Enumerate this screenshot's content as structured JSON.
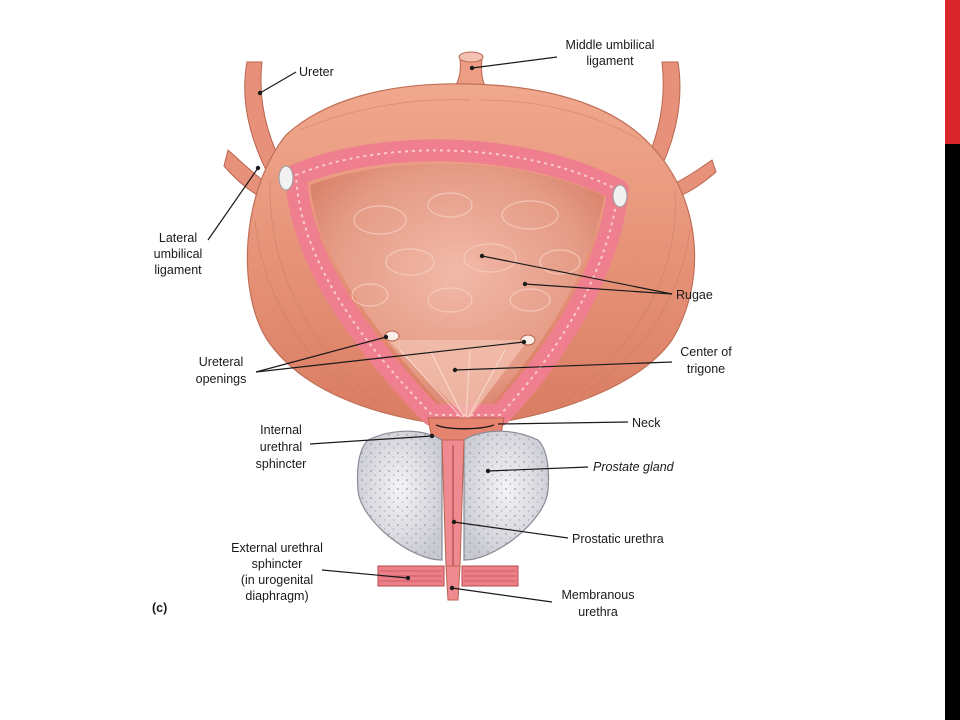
{
  "figure_letter": "(c)",
  "labels": {
    "ureter": "Ureter",
    "middle_umbilical": [
      "Middle umbilical",
      "ligament"
    ],
    "lateral_umbilical": [
      "Lateral",
      "umbilical",
      "ligament"
    ],
    "rugae": "Rugae",
    "ureteral_openings": [
      "Ureteral",
      "openings"
    ],
    "center_trigone": [
      "Center of",
      "trigone"
    ],
    "neck": "Neck",
    "internal_sphincter": [
      "Internal",
      "urethral",
      "sphincter"
    ],
    "prostate_gland": "Prostate gland",
    "prostatic_urethra": "Prostatic urethra",
    "external_sphincter": [
      "External urethral",
      "sphincter",
      "(in urogenital",
      "diaphragm)"
    ],
    "membranous_urethra": [
      "Membranous",
      "urethra"
    ]
  },
  "colors": {
    "accent_red": "#d9262b",
    "accent_black": "#000000",
    "muscle": "#e7977a",
    "lumen": "#e9a28e",
    "mucosa": "#ef7f8e",
    "prostate": "#dcdce2"
  }
}
